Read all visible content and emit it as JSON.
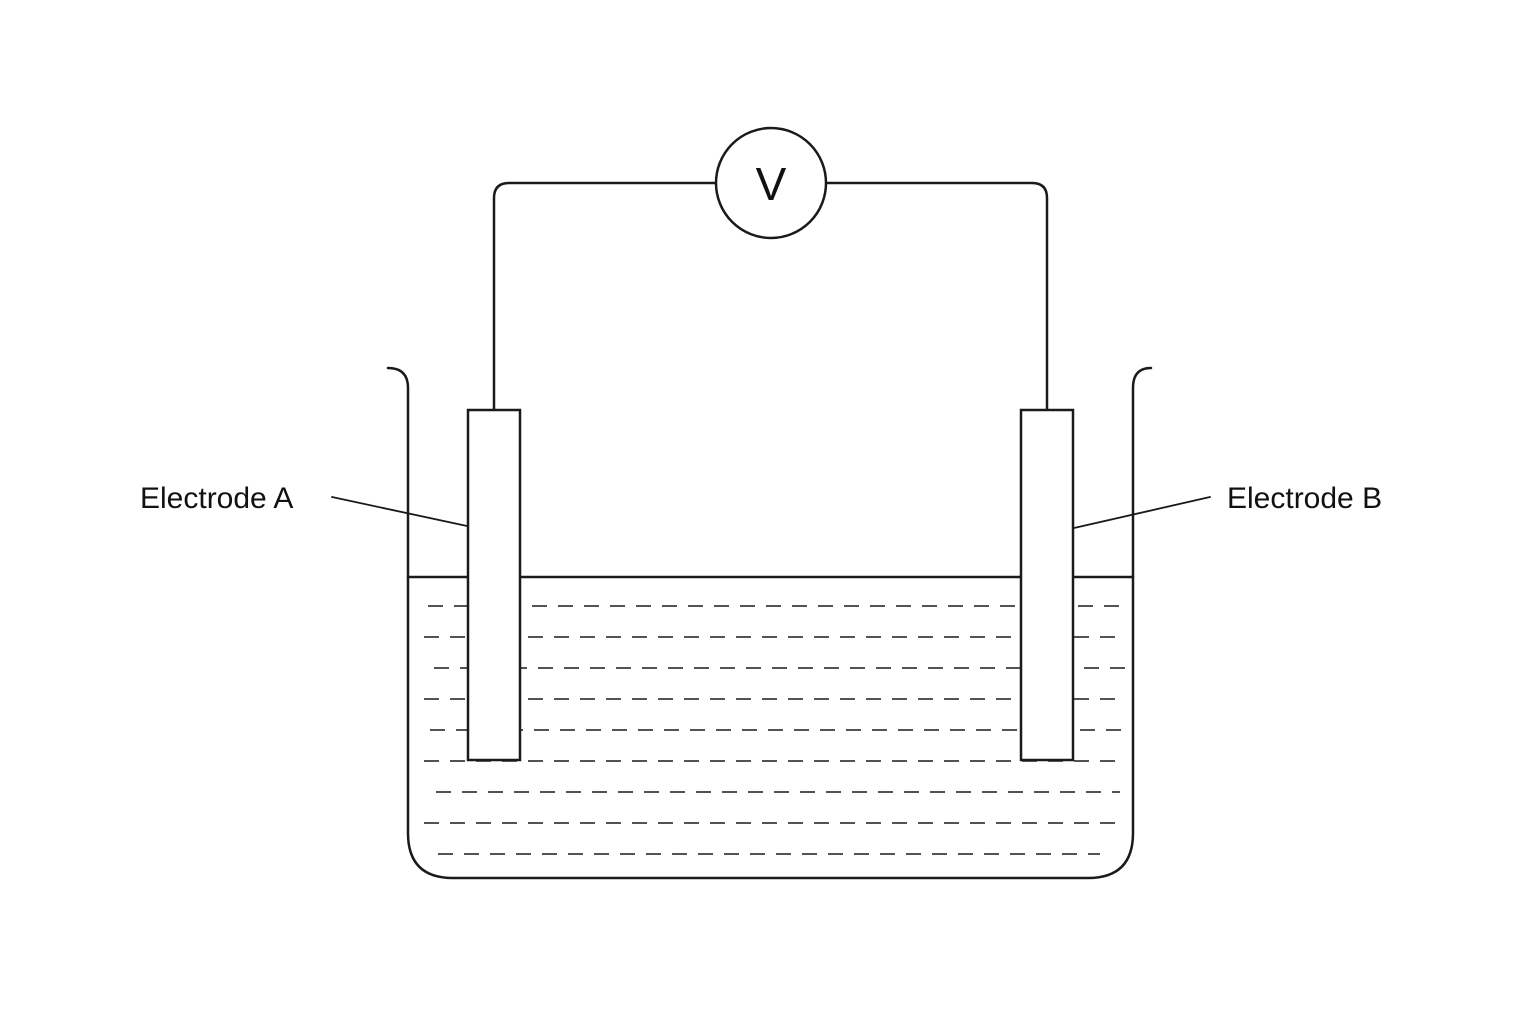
{
  "diagram": {
    "meter": {
      "symbol": "V",
      "icon": "voltmeter-icon"
    },
    "electrode_a": {
      "label": "Electrode A"
    },
    "electrode_b": {
      "label": "Electrode B"
    }
  }
}
